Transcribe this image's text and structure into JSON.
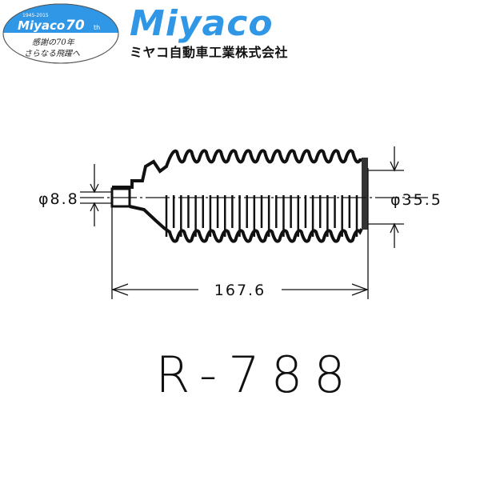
{
  "logo": {
    "badge_years": "1945-2015",
    "badge_brand": "Miyaco",
    "badge_anniversary": "70",
    "badge_suffix": "th",
    "badge_line1": "感謝の70年",
    "badge_line2": "さらなる飛躍へ",
    "brand_name": "Miyaco",
    "company_name": "ミヤコ自動車工業株式会社",
    "brand_color": "#2f97e6"
  },
  "drawing": {
    "small_diameter": "φ8.8",
    "large_diameter": "φ35.5",
    "length": "167.6"
  },
  "part_number": "R-788"
}
